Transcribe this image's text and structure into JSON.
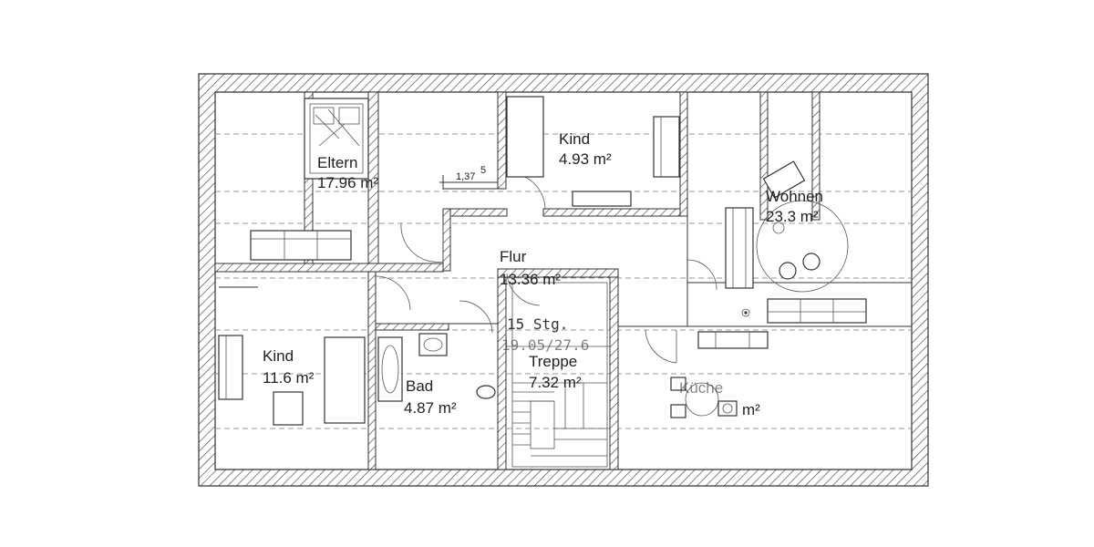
{
  "plan": {
    "rooms": [
      {
        "id": "eltern",
        "name": "Eltern",
        "area": "17.96 m²"
      },
      {
        "id": "kind1",
        "name": "Kind",
        "area": "4.93 m²"
      },
      {
        "id": "wohnen",
        "name": "Wohnen",
        "area": "23.3 m²"
      },
      {
        "id": "flur",
        "name": "Flur",
        "area": "13.36 m²"
      },
      {
        "id": "kind2",
        "name": "Kind",
        "area": "11.6 m²"
      },
      {
        "id": "bad",
        "name": "Bad",
        "area": "4.87 m²"
      },
      {
        "id": "treppe",
        "name": "Treppe",
        "area": "7.32 m²"
      },
      {
        "id": "kueche",
        "name": "Küche",
        "area": "m²"
      }
    ],
    "stairs": {
      "steps": "15 Stg.",
      "rise_run": "19.05/27.6"
    },
    "dimension": {
      "value": "1,37",
      "superscript": "5"
    }
  }
}
